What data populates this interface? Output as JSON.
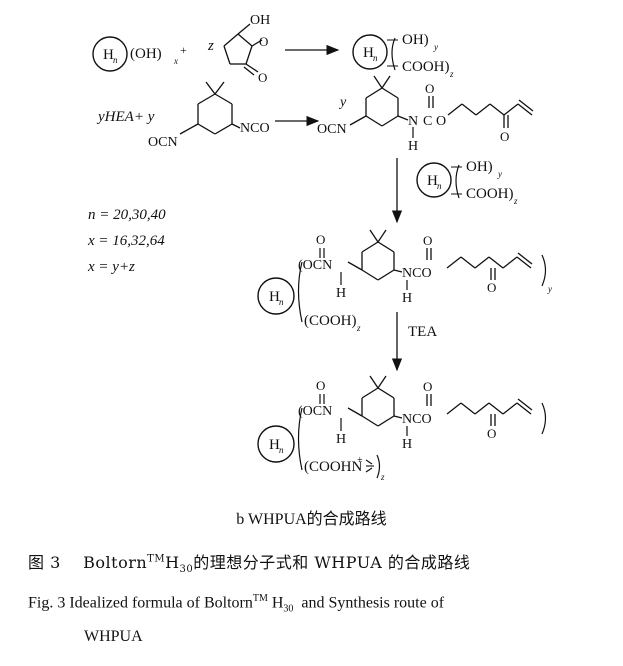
{
  "scheme": {
    "step1_reactant": {
      "core": "H",
      "core_sub": "n",
      "group": "(OH)",
      "sub": "x",
      "plus": "+",
      "coef": "z",
      "oh": "OH",
      "o_top": "O",
      "o_ring": "O",
      "o_bottom": "O"
    },
    "step1_product": {
      "core": "H",
      "core_sub": "n",
      "g1": "OH)",
      "g1_sub": "y",
      "g2": "COOH)",
      "g2_sub": "z"
    },
    "step2": {
      "reagent": "yHEA+ y",
      "ocn": "OCN",
      "nco": "NCO",
      "y": "y",
      "ocn2": "OCN",
      "n": "N",
      "c": "C",
      "o": "O",
      "h": "H",
      "o_carbonyl": "O",
      "o_ketone": "O",
      "o_ester": "O"
    },
    "step3_reagent": {
      "core": "H",
      "core_sub": "n",
      "g1": "OH)",
      "g1_sub": "y",
      "g2": "COOH)",
      "g2_sub": "z"
    },
    "conditions": [
      "n = 20,30,40",
      "x = 16,32,64",
      "x = y+z"
    ],
    "mid_product": {
      "core": "H",
      "core_sub": "n",
      "ocn": "(OCN",
      "nco": "NCO",
      "h1": "H",
      "h2": "H",
      "o1": "O",
      "o2": "O",
      "o3": "O",
      "cooh": "(COOH)",
      "z": "z",
      "y": "y"
    },
    "tea": "TEA",
    "final_product": {
      "core": "H",
      "core_sub": "n",
      "ocn": "(OCN",
      "nco": "NCO",
      "h1": "H",
      "h2": "H",
      "o1": "O",
      "o2": "O",
      "o3": "O",
      "salt": "(COOHN",
      "plus": "+",
      "z": "z"
    }
  },
  "subcaption": "b WHPUA的合成路线",
  "caption_cn": {
    "prefix": "图 3",
    "a": "Boltorn",
    "tm": "TM",
    "h": "H",
    "sub": "30",
    "rest": "的理想分子式和 WHPUA 的合成路线"
  },
  "caption_en": {
    "a": "Fig. 3 Idealized formula of Boltorn",
    "tm": "TM",
    "h": "H",
    "sub": "30",
    "rest": "and Synthesis route of",
    "line2": "WHPUA"
  }
}
